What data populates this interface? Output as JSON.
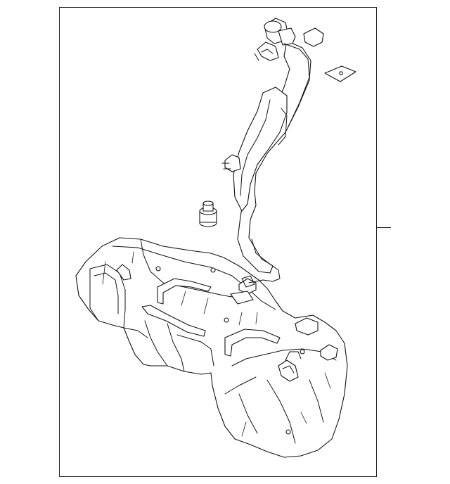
{
  "diagram": {
    "callouts": [],
    "parts": [
      {
        "name": "fuel-tank"
      },
      {
        "name": "filler-pipe"
      },
      {
        "name": "gasket"
      },
      {
        "name": "rubber-bumper"
      }
    ]
  }
}
